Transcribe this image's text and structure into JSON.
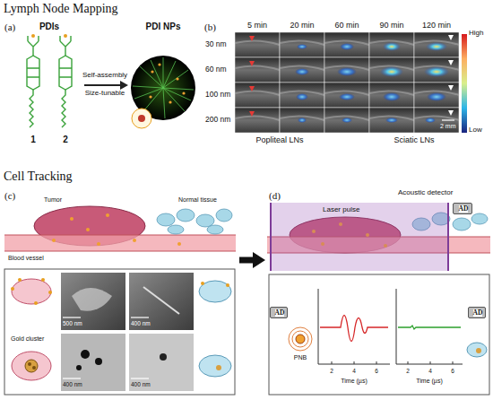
{
  "diagram": {
    "nodes": [
      {
        "text": [
          "(a)"
        ]
      },
      {
        "text": [
          "(b)"
        ]
      },
      {
        "text": [
          "(c)"
        ]
      },
      {
        "text": [
          "(d)"
        ]
      },
      {
        "text": [
          "AD"
        ],
        "in": 3
      },
      {
        "text": [
          "AD"
        ],
        "in": 3
      },
      {
        "text": [
          "AD"
        ],
        "in": 3
      }
    ],
    "edges": [
      {
        "from": 2,
        "to": 3,
        "arrow": "to"
      }
    ],
    "labels": [
      "Lymph Node Mapping",
      "PDIs",
      "1",
      "2",
      "Self-assembly",
      "Size-tunable",
      "PDI NPs",
      "5 min",
      "20 min",
      "60 min",
      "90 min",
      "120 min",
      "30 nm",
      "60 nm",
      "100 nm",
      "200 nm",
      "High",
      "Low",
      "Popliteal LNs",
      "Sciatic LNs",
      "2 mm",
      "Cell Tracking",
      "Tumor",
      "Blood vessel",
      "Normal tissue",
      "Gold cluster",
      "500 nm",
      "400 nm",
      "400 nm",
      "400 nm",
      "Laser pulse",
      "Acoustic detector",
      "PNB",
      "Time (µs)",
      "2",
      "4",
      "6",
      "Time (µs)",
      "2",
      "4",
      "6"
    ]
  }
}
